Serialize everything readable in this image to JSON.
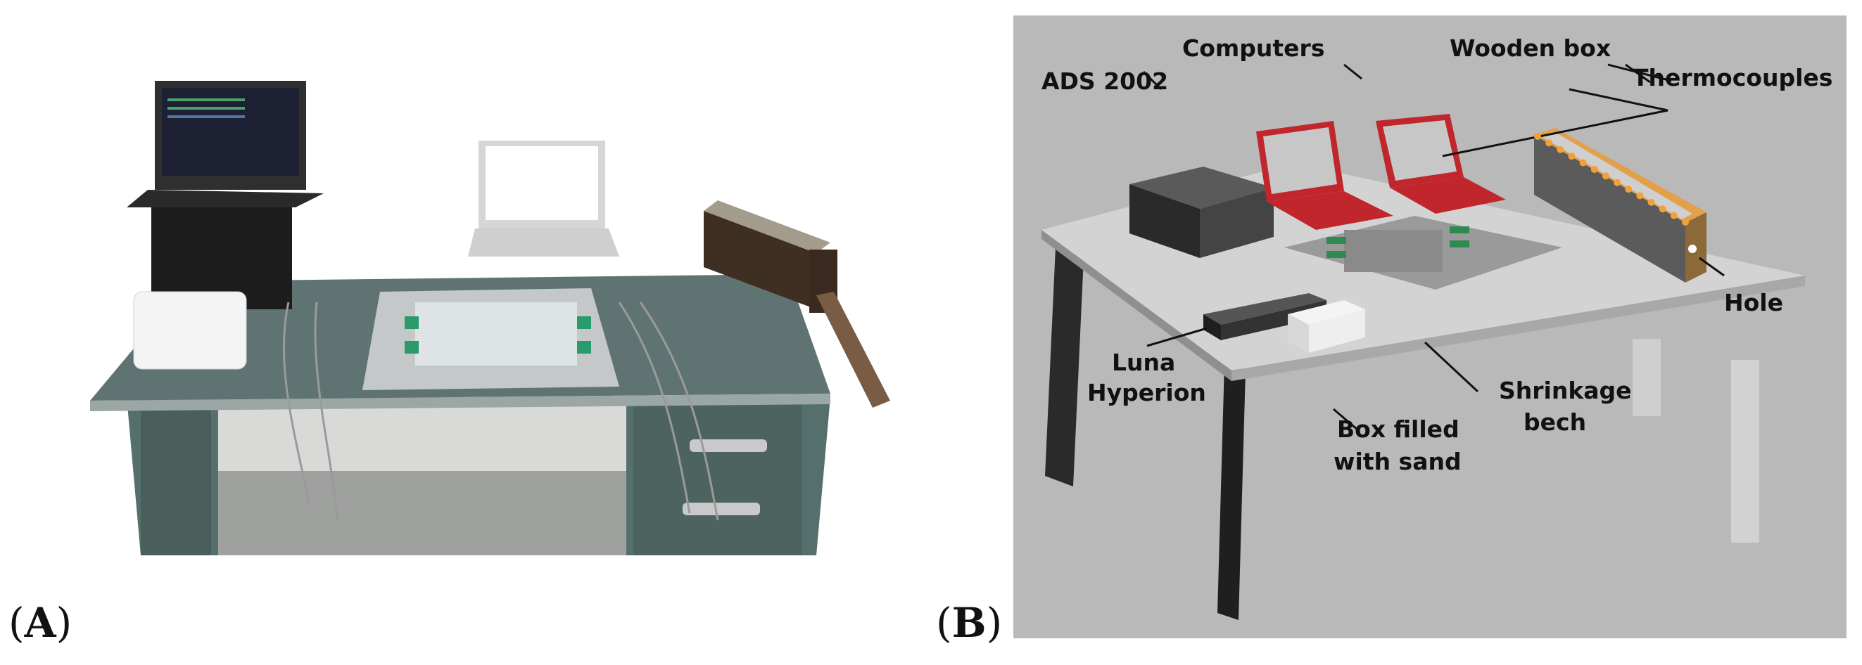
{
  "panels": {
    "a_label": "A",
    "b_label": "B"
  },
  "callouts": {
    "ads": "ADS 2002",
    "computers": "Computers",
    "wooden_box": "Wooden box",
    "thermocouples": "Thermocouples",
    "hole": "Hole",
    "luna_line1": "Luna",
    "luna_line2": "Hyperion",
    "sand_line1": "Box filled",
    "sand_line2": "with sand",
    "bench_line1": "Shrinkage",
    "bench_line2": "bech"
  },
  "colors": {
    "desk_top": "#5f7472",
    "desk_body": "#4f625f",
    "render_bg": "#b9b9b9",
    "laptop_red": "#c0262c",
    "wood": "#8b6a38",
    "thermo_dot": "#f2a13a"
  }
}
